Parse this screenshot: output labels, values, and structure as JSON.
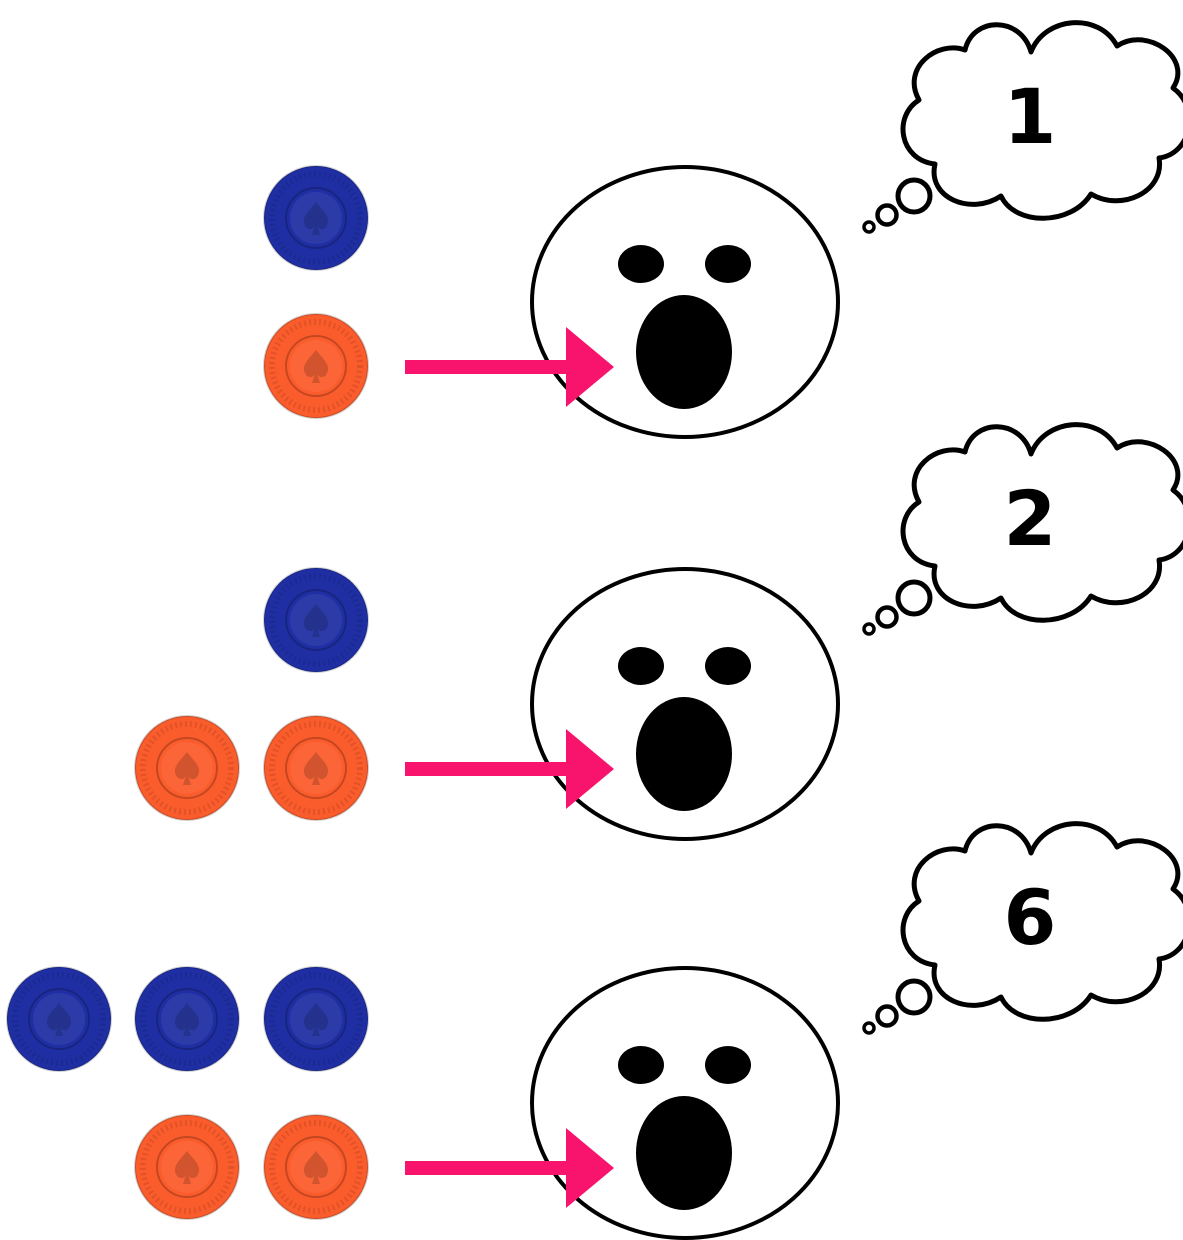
{
  "colors": {
    "blue_chip": "#1f2fa3",
    "orange_chip": "#fb5c2c",
    "arrow": "#f8136d",
    "outline": "#000000",
    "background": "#ffffff"
  },
  "icons": {
    "chip": "poker-chip-icon",
    "face": "surprised-face-icon",
    "cloud": "thought-cloud-icon",
    "arrow": "right-arrow-icon"
  },
  "rows": [
    {
      "blue_chips": 1,
      "orange_chips": 1,
      "thought": "1"
    },
    {
      "blue_chips": 1,
      "orange_chips": 2,
      "thought": "2"
    },
    {
      "blue_chips": 3,
      "orange_chips": 2,
      "thought": "6"
    }
  ]
}
